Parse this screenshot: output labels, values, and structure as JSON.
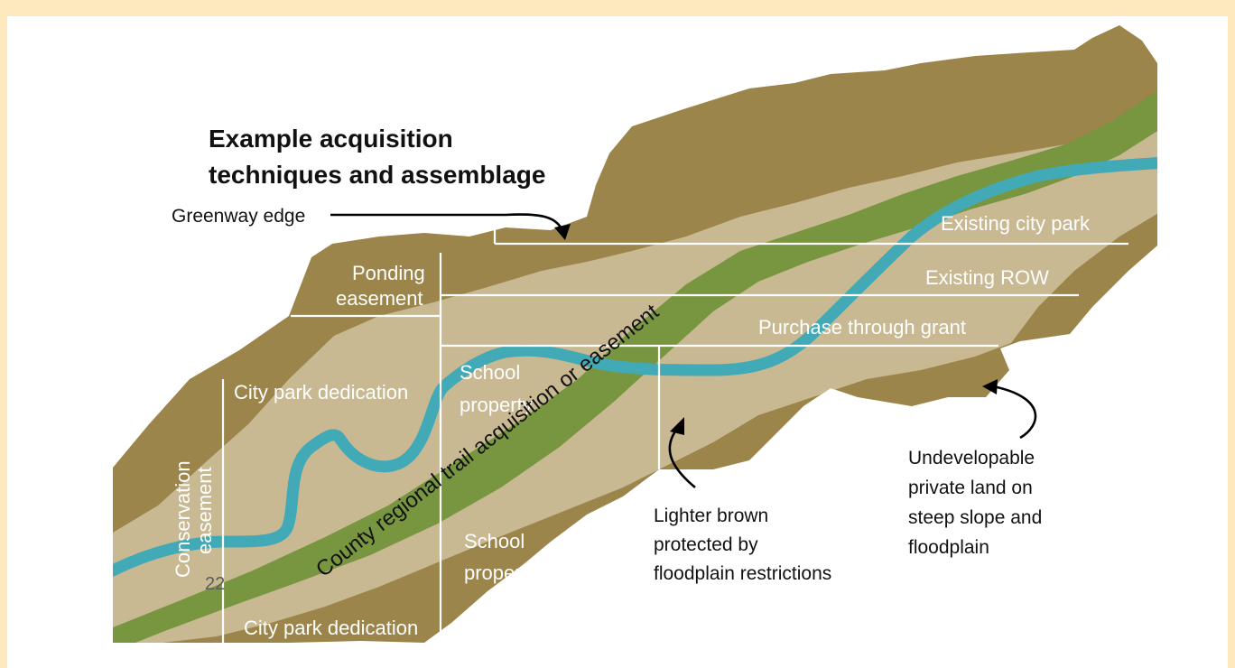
{
  "title": {
    "line1": "Example acquisition",
    "line2": "techniques and assemblage"
  },
  "labels": {
    "greenway_edge": "Greenway edge",
    "existing_city_park": "Existing city park",
    "existing_row": "Existing ROW",
    "purchase_through_grant": "Purchase through grant",
    "ponding_1": "Ponding",
    "ponding_2": "easement",
    "city_park_dedication_top": "City park dedication",
    "city_park_dedication_bottom": "City park dedication",
    "school_top_1": "School",
    "school_top_2": "property",
    "school_bottom_1": "School",
    "school_bottom_2": "property",
    "conservation_1": "Conservation",
    "conservation_2": "easement",
    "trail": "County regional trail acquisition or easement",
    "lighter_1": "Lighter brown",
    "lighter_2": "protected by",
    "lighter_3": "floodplain restrictions",
    "undev_1": "Undevelopable",
    "undev_2": "private land on",
    "undev_3": "steep slope and",
    "undev_4": "floodplain"
  },
  "page_number": "22",
  "colors": {
    "background": "#fde9bd",
    "dark_brown": "#9c854b",
    "light_brown": "#c8b993",
    "trail_green": "#78963f",
    "river": "#42aab7"
  }
}
